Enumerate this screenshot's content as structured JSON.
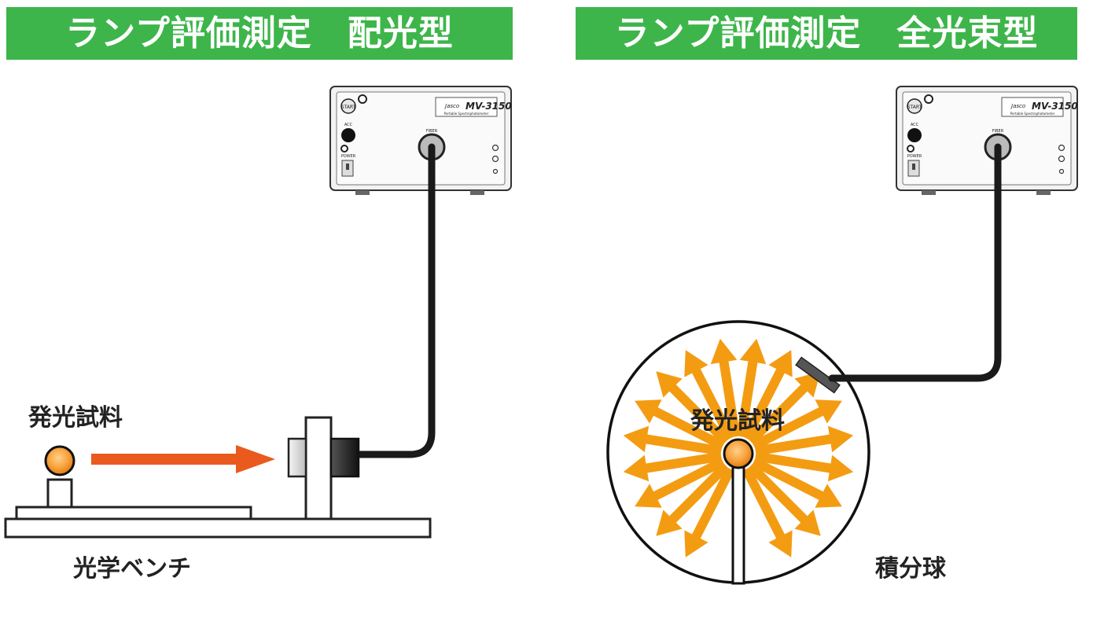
{
  "left": {
    "title": "ランプ評価測定　配光型",
    "device": {
      "brand": "Jasco",
      "model": "MV-3150",
      "subtitle": "Portable Spectrophotometer",
      "start": "START",
      "acc": "ACC",
      "power": "POWER",
      "fiber": "FIBER"
    },
    "sample_label": "発光試料",
    "bench_label": "光学ベンチ"
  },
  "right": {
    "title": "ランプ評価測定　全光束型",
    "device": {
      "brand": "Jasco",
      "model": "MV-3150",
      "subtitle": "Portable Spectrophotometer",
      "start": "START",
      "acc": "ACC",
      "power": "POWER",
      "fiber": "FIBER"
    },
    "sample_label": "発光試料",
    "sphere_label": "積分球"
  },
  "colors": {
    "banner": "#3db54a",
    "arrow_left": "#ea5a1f",
    "arrows_sphere": "#f39c12",
    "lamp": "#f7a13a",
    "fiber": "#1a1a1a"
  }
}
